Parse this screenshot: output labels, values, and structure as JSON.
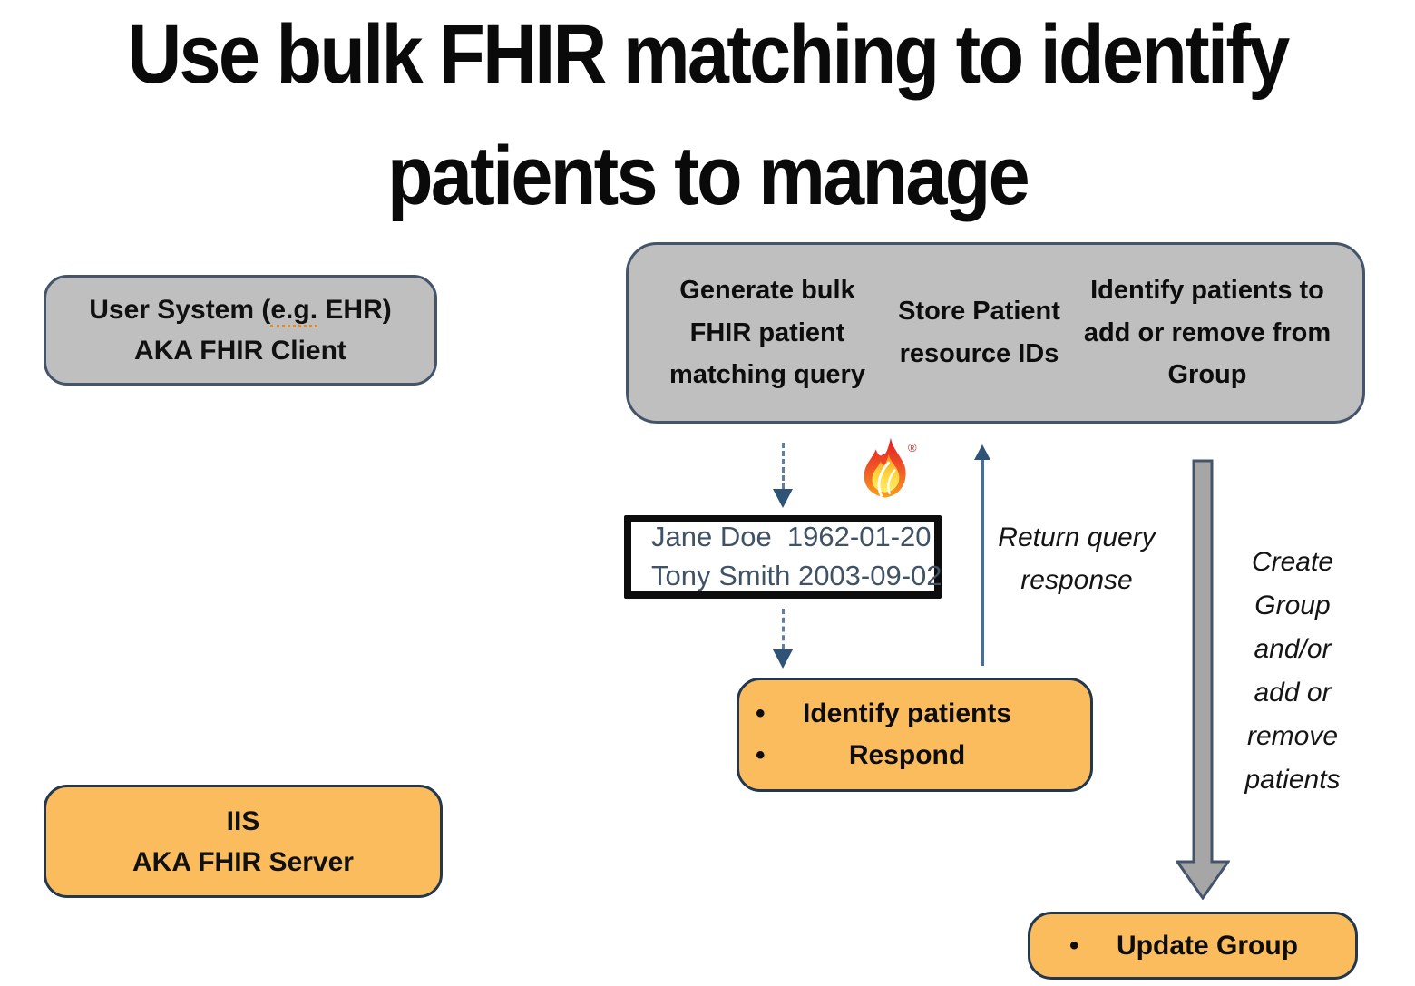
{
  "title": {
    "line1": "Use bulk FHIR matching to identify",
    "line2": "patients to manage"
  },
  "boxes": {
    "user_system": {
      "line1_prefix": "User System (",
      "line1_marked": "e.g.",
      "line1_suffix": " EHR)",
      "line2": "AKA FHIR Client"
    },
    "client_steps": {
      "step1": "Generate bulk FHIR patient matching query",
      "step2": "Store Patient resource IDs",
      "step3": "Identify patients to add or remove from Group"
    },
    "match_list": {
      "line1": "Jane Doe  1962-01-20",
      "line2": "Tony Smith 2003-09-02"
    },
    "respond": {
      "bullets": [
        "Identify patients",
        "Respond"
      ]
    },
    "iis": {
      "line1": "IIS",
      "line2": "AKA FHIR Server"
    },
    "update_group": {
      "bullets": [
        "Update Group"
      ]
    }
  },
  "labels": {
    "return_query": "Return query response",
    "create_group": "Create Group and/or add or remove patients"
  },
  "icons": {
    "fhir_flame": "fhir-flame-icon",
    "registered_mark": "®"
  },
  "colors": {
    "gray_box_fill": "#BFBFBF",
    "gray_box_border": "#44546A",
    "orange_box_fill": "#FBBC5D",
    "orange_box_border": "#23384F",
    "match_text": "#3F5266",
    "arrow_dash": "#5F7FA0",
    "arrow_solid": "#41719C",
    "arrowhead": "#2E5377",
    "block_arrow_fill": "#A6A6A6",
    "block_arrow_border": "#44546A",
    "flame_red": "#E8412C",
    "flame_yellow": "#FFD23A"
  }
}
